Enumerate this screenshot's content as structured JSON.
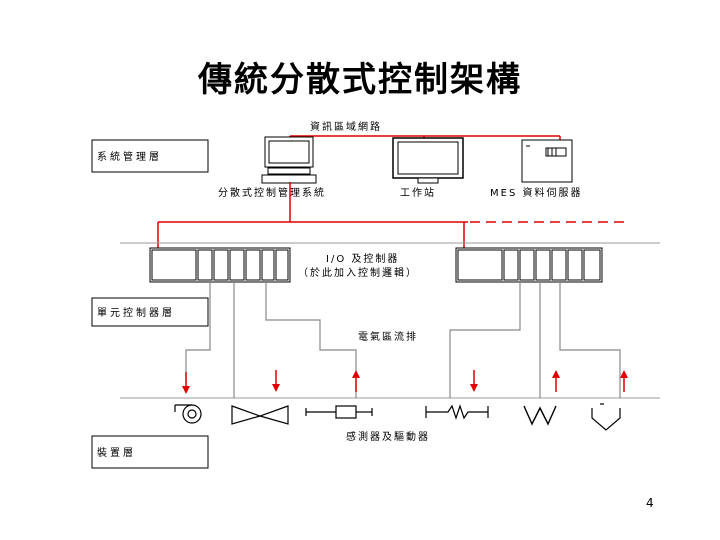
{
  "title": "傳統分散式控制架構",
  "page_number": "4",
  "network": {
    "info_network": "資訊區域網路",
    "field_bus": "電氣區流排"
  },
  "layers": {
    "system": "系統管理層",
    "unit": "單元控制器層",
    "device": "裝置層"
  },
  "stations": {
    "dcs": "分散式控制管理系統",
    "workstation": "工作站",
    "mes": "MES 資料伺服器"
  },
  "controller": {
    "line1": "I/O 及控制器",
    "line2": "（於此加入控制邏輯）"
  },
  "devices_label": "感測器及驅動器",
  "colors": {
    "signal": "#e00000",
    "wire": "#888888",
    "dashed": "#e00000"
  }
}
